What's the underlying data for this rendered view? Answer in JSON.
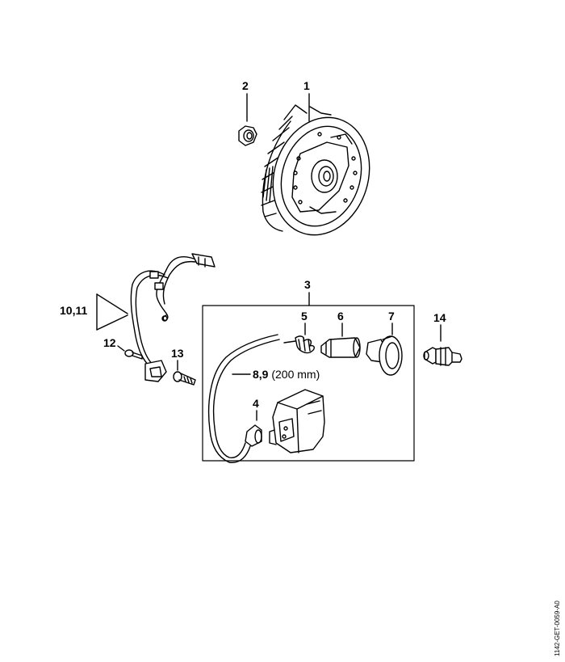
{
  "callouts": {
    "c1": "1",
    "c2": "2",
    "c3": "3",
    "c4": "4",
    "c5": "5",
    "c6": "6",
    "c7": "7",
    "c8_9": "8,9",
    "c8_9_note": "(200 mm)",
    "c10_11": "10,11",
    "c12": "12",
    "c13": "13",
    "c14": "14"
  },
  "doc_ref": "1142-GET-0059-A0"
}
